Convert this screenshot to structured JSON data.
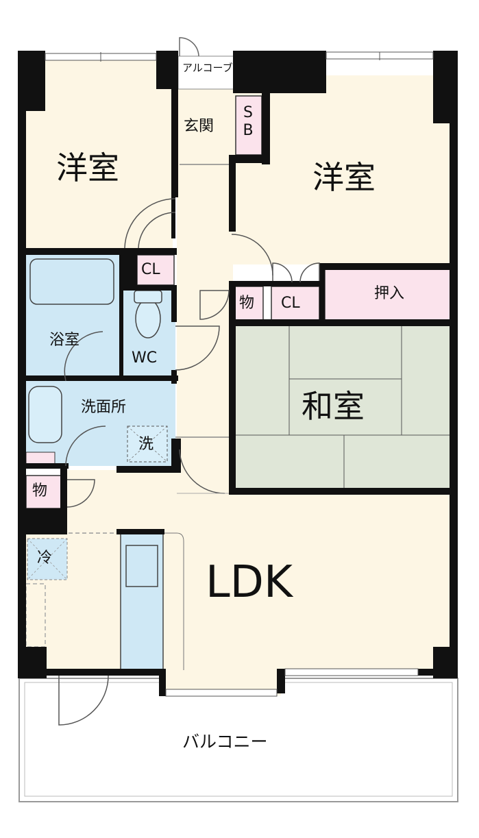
{
  "rooms": {
    "western_left": "洋室",
    "western_right": "洋室",
    "washitsu": "和室",
    "ldk": "LDK",
    "bath": "浴室",
    "washroom": "洗面所",
    "wc": "WC",
    "entrance": "玄関",
    "alcove": "アルコーブ",
    "balcony": "バルコニー"
  },
  "storage": {
    "shoe_box_s": "S",
    "shoe_box_b": "B",
    "closet_left": "CL",
    "closet_right": "CL",
    "storage_center": "物",
    "storage_left": "物",
    "oshiire": "押入",
    "fridge": "冷",
    "washer": "洗"
  },
  "colors": {
    "floor": "#fdf6e4",
    "wet_area": "#cfe8f5",
    "tatami": "#dfe6d7",
    "storage": "#fbe3ec",
    "wall": "#111111",
    "balcony": "#ffffff"
  }
}
